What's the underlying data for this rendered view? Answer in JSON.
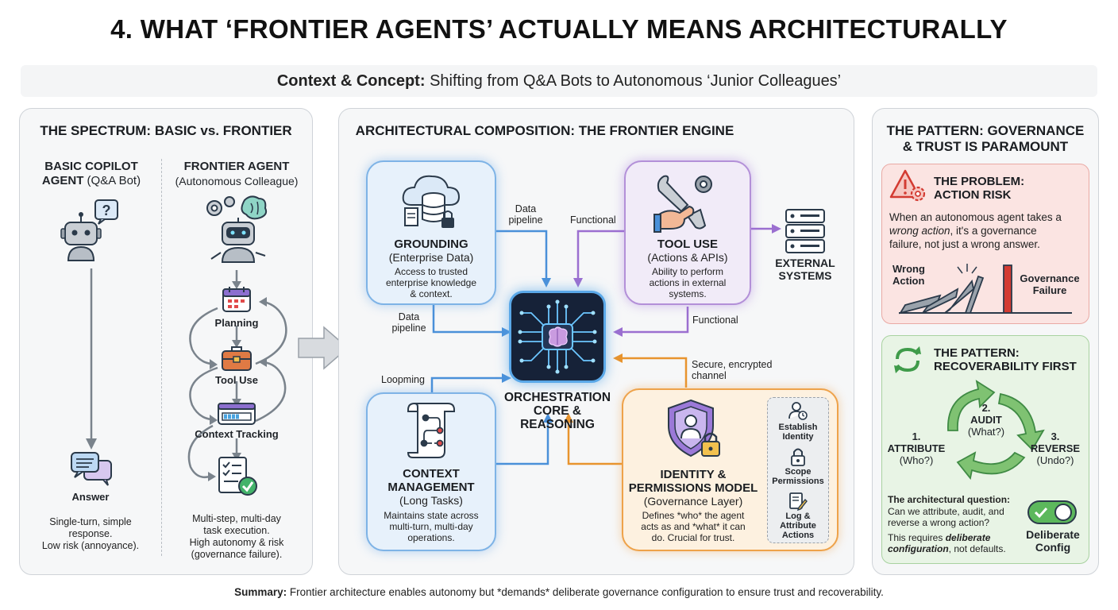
{
  "title": "4. WHAT ‘FRONTIER AGENTS’ ACTUALLY MEANS ARCHITECTURALLY",
  "subtitle": {
    "bold": "Context & Concept:",
    "rest": " Shifting from Q&A Bots to Autonomous ‘Junior Colleagues’"
  },
  "spectrum": {
    "title": "THE SPECTRUM: BASIC vs. FRONTIER",
    "basic": {
      "title": "BASIC COPILOT",
      "title2": "AGENT",
      "tag": " (Q&A Bot)",
      "answer": "Answer",
      "desc1": "Single-turn, simple",
      "desc2": "response.",
      "desc3": "Low risk (annoyance)."
    },
    "frontier": {
      "title": "FRONTIER AGENT",
      "tag": "(Autonomous Colleague)",
      "steps": [
        "Planning",
        "Tool Use",
        "Context Tracking"
      ],
      "desc1": "Multi-step, multi-day",
      "desc2": "task execution.",
      "desc3": "High autonomy & risk",
      "desc4": "(governance failure)."
    }
  },
  "engine": {
    "title": "ARCHITECTURAL COMPOSITION: THE FRONTIER ENGINE",
    "grounding": {
      "title": "GROUNDING",
      "sub": "(Enterprise Data)",
      "d1": "Access to trusted",
      "d2": "enterprise knowledge",
      "d3": "& context."
    },
    "tooluse": {
      "title": "TOOL USE",
      "sub": "(Actions & APIs)",
      "d1": "Ability to perform",
      "d2": "actions in external",
      "d3": "systems."
    },
    "context": {
      "title": "CONTEXT",
      "title2": "MANAGEMENT",
      "sub": "(Long Tasks)",
      "d1": "Maintains state across",
      "d2": "multi-turn, multi-day",
      "d3": "operations."
    },
    "identity": {
      "title": "IDENTITY &",
      "title2": "PERMISSIONS MODEL",
      "sub": "(Governance Layer)",
      "d1": "Defines *who* the agent",
      "d2": "acts as and *what* it can",
      "d3": "do. Crucial for trust."
    },
    "identity_steps": [
      {
        "l1": "Establish",
        "l2": "Identity"
      },
      {
        "l1": "Scope",
        "l2": "Permissions"
      },
      {
        "l1": "Log &",
        "l2": "Attribute",
        "l3": "Actions"
      }
    ],
    "core": {
      "l1": "ORCHESTRATION",
      "l2": "CORE &",
      "l3": "REASONING"
    },
    "external": {
      "l1": "EXTERNAL",
      "l2": "SYSTEMS"
    },
    "connectors": {
      "data1a": "Data",
      "data1b": "pipeline",
      "data2a": "Data",
      "data2b": "pipeline",
      "func1": "Functional",
      "func2": "Functional",
      "loop": "Loopming",
      "secure1": "Secure, encrypted",
      "secure2": "channel"
    },
    "colors": {
      "blue": "#4a90d9",
      "purple": "#9b6fd0",
      "orange": "#e8942e"
    }
  },
  "pattern": {
    "title1": "THE PATTERN: GOVERNANCE",
    "title2": "& TRUST IS PARAMOUNT",
    "problem": {
      "h1": "THE PROBLEM:",
      "h2": "ACTION RISK",
      "t1": "When an autonomous agent takes a",
      "t2a": "wrong action",
      "t2b": ", it's a governance",
      "t3": "failure, not just a wrong answer.",
      "left1": "Wrong",
      "left2": "Action",
      "right1": "Governance",
      "right2": "Failure"
    },
    "recover": {
      "h1": "THE PATTERN:",
      "h2": "RECOVERABILITY FIRST",
      "attribute": {
        "n": "1.",
        "t": "ATTRIBUTE",
        "q": "(Who?)"
      },
      "audit": {
        "n": "2.",
        "t": "AUDIT",
        "q": "(What?)"
      },
      "reverse": {
        "n": "3.",
        "t": "REVERSE",
        "q": "(Undo?)"
      },
      "qhead": "The architectural question:",
      "q1": "Can we attribute, audit, and",
      "q2": "reverse a wrong action?",
      "r1": "This requires ",
      "r1b": "deliberate",
      "r2b": "configuration",
      "r2": ", not defaults.",
      "toggle1": "Deliberate",
      "toggle2": "Config"
    }
  },
  "footer": {
    "bold": "Summary:",
    "rest": " Frontier architecture enables autonomy but *demands* deliberate governance configuration to ensure trust and recoverability."
  }
}
